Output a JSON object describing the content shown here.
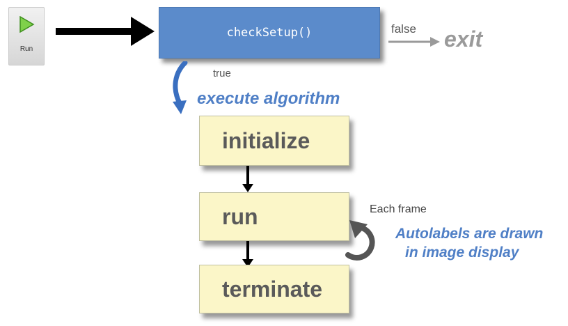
{
  "toolbar": {
    "run_label": "Run"
  },
  "diagram": {
    "check_setup": "checkSetup()",
    "false_label": "false",
    "exit_label": "exit",
    "true_label": "true",
    "execute_label": "execute algorithm",
    "steps": [
      "initialize",
      "run",
      "terminate"
    ],
    "each_frame_label": "Each frame",
    "autolabels_line1": "Autolabels are drawn",
    "autolabels_line2": "in image display"
  },
  "colors": {
    "blue_box": "#5b8bcb",
    "accent_blue_text": "#4f7fc6",
    "step_fill": "#fbf6c8",
    "exit_gray": "#9a9a9a"
  }
}
